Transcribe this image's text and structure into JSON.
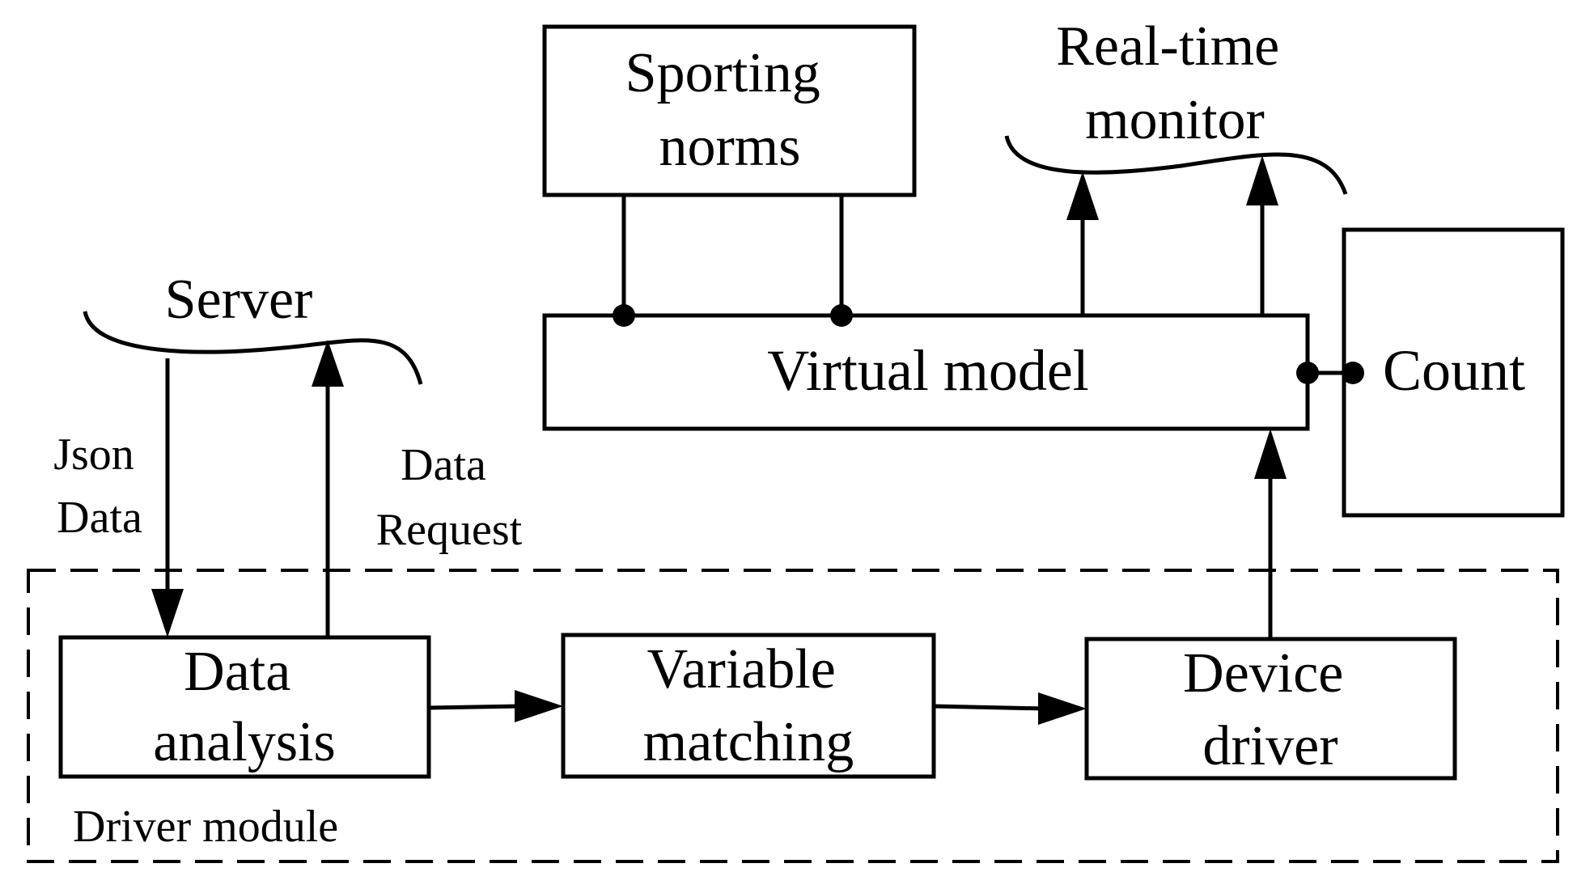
{
  "nodes": {
    "sporting_norms": [
      "Sporting",
      "norms"
    ],
    "realtime_monitor": [
      "Real-time",
      "monitor"
    ],
    "server": "Server",
    "virtual_model": "Virtual model",
    "count": "Count",
    "data_analysis": [
      "Data",
      "analysis"
    ],
    "variable_matching": [
      "Variable",
      "matching"
    ],
    "device_driver": [
      "Device",
      "driver"
    ]
  },
  "edge_labels": {
    "json_data": [
      "Json",
      "Data"
    ],
    "data_request": [
      "Data",
      "Request"
    ]
  },
  "group_label": "Driver module"
}
